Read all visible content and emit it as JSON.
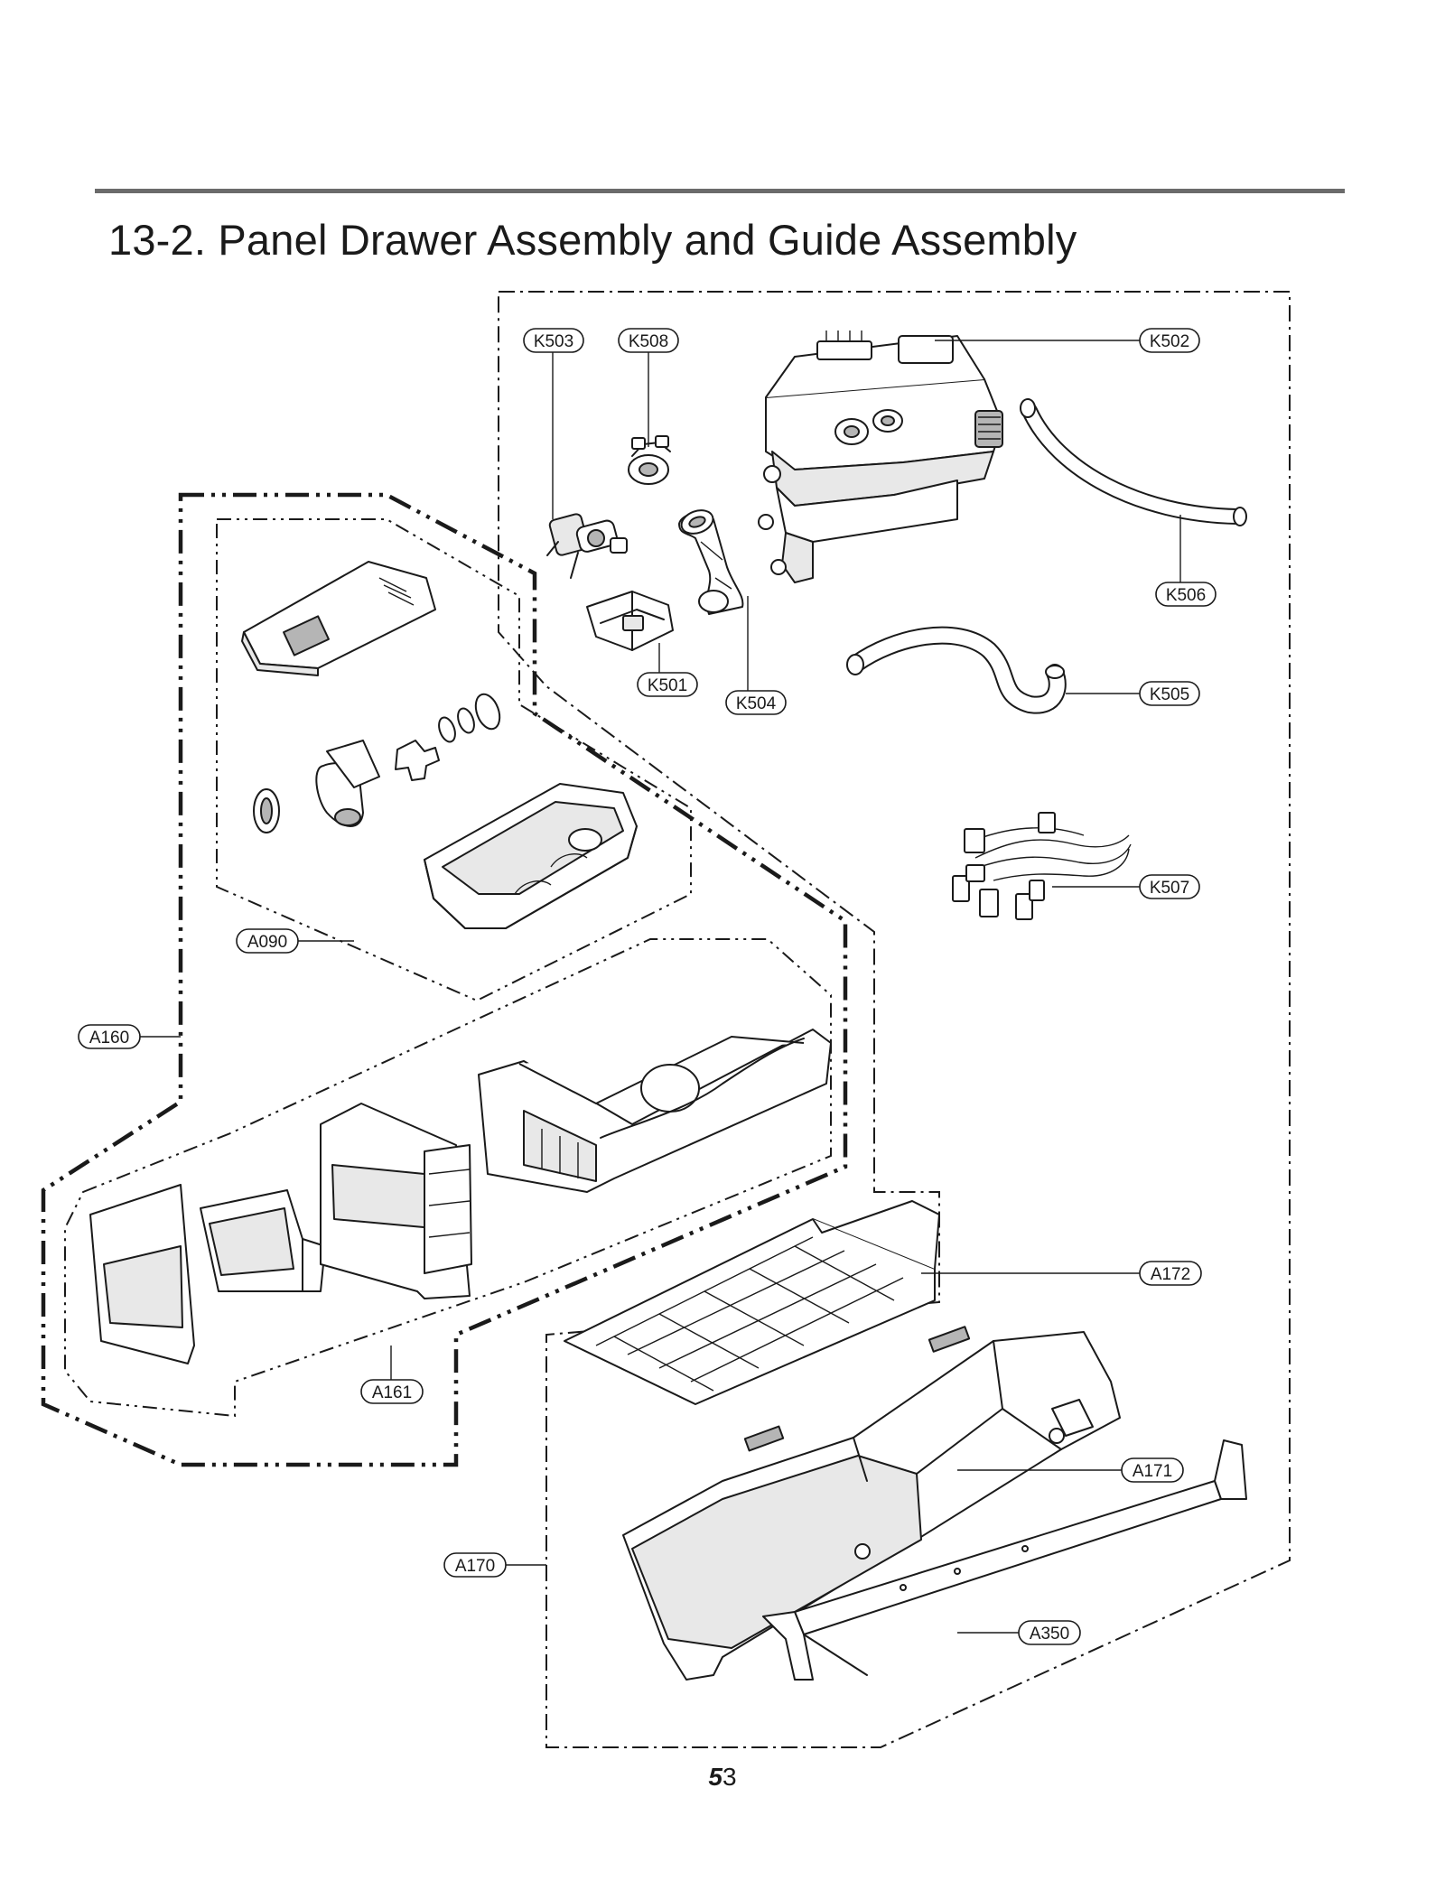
{
  "page": {
    "title": "13-2. Panel Drawer Assembly and Guide Assembly",
    "page_number_bold": "5",
    "page_number_rest": "3"
  },
  "callouts": {
    "K503": "K503",
    "K508": "K508",
    "K502": "K502",
    "K506": "K506",
    "K501": "K501",
    "K504": "K504",
    "K505": "K505",
    "K507": "K507",
    "A090": "A090",
    "A160": "A160",
    "A161": "A161",
    "A172": "A172",
    "A171": "A171",
    "A170": "A170",
    "A350": "A350"
  }
}
